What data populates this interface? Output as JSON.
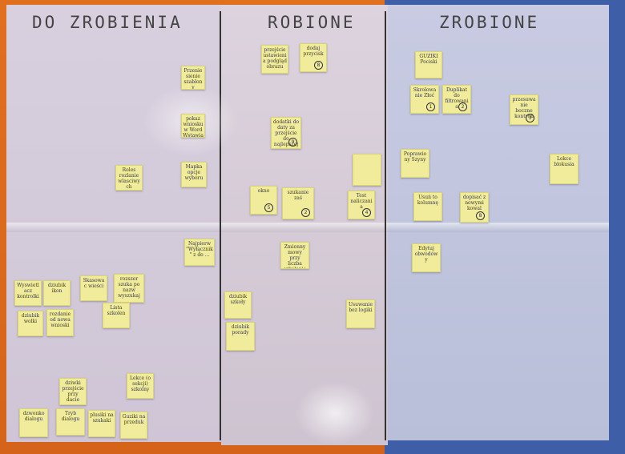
{
  "board": {
    "columns": [
      {
        "heading": "DO ZROBIENIA"
      },
      {
        "heading": "ROBIONE"
      },
      {
        "heading": "ZROBIONE"
      }
    ]
  },
  "notes": [
    {
      "text": "Przeniesienie szablony wnioskow"
    },
    {
      "text": "pokaz wniosku w Word Wstawianie"
    },
    {
      "text": "Roles rozlanie wlasciwych"
    },
    {
      "text": "Mapka opcje wyboru"
    },
    {
      "text": "Najpierw \"Wyłącznik\" z do ..."
    },
    {
      "text": "Wyswietlacz kontrolki"
    },
    {
      "text": "dziubik ikon"
    },
    {
      "text": "Skasowac wieści"
    },
    {
      "text": "rozszer szuka po nazw wyszukaj"
    },
    {
      "text": "dziubik wolki"
    },
    {
      "text": "rozdanie od nowa wnioski"
    },
    {
      "text": "Lista szkolen"
    },
    {
      "text": "dziwki przejście przy dacie"
    },
    {
      "text": "Lekce (o sekcji) szkolny"
    },
    {
      "text": "dzwonko dialogu"
    },
    {
      "text": "Tryb dialogu"
    },
    {
      "text": "plusiki na szukaki"
    },
    {
      "text": "Guziki na przeduk"
    },
    {
      "text": "przejście ustawienia podgląd obrazu",
      "badge": ""
    },
    {
      "text": "dodaj przycisk",
      "badge": "8"
    },
    {
      "text": "dodatki do daty za przejście do najlepszej",
      "badge": "9"
    },
    {
      "text": "okno",
      "badge": "5"
    },
    {
      "text": "szukanie zaś",
      "badge": "2"
    },
    {
      "text": ""
    },
    {
      "text": "Test naliczania",
      "badge": "4"
    },
    {
      "text": "Zmienny mowy przy liczba szkolenia"
    },
    {
      "text": "dziubik szkoły"
    },
    {
      "text": "dziubik porady"
    },
    {
      "text": "Usuwanie bez logiki"
    },
    {
      "text": "GUZIKI Pociski"
    },
    {
      "text": "Skrolowanie Złoć",
      "badge": "1"
    },
    {
      "text": "Duplikat do filtrowania",
      "badge": "2"
    },
    {
      "text": "przesuwanie boczne kontroli",
      "badge": "3"
    },
    {
      "text": "Poprawiony Szyny"
    },
    {
      "text": "Lekce blokusia"
    },
    {
      "text": "Usuń to kolumnę"
    },
    {
      "text": "dopisać z nowymi kowal",
      "badge": "8"
    },
    {
      "text": "Edytuj obwodowy"
    }
  ]
}
